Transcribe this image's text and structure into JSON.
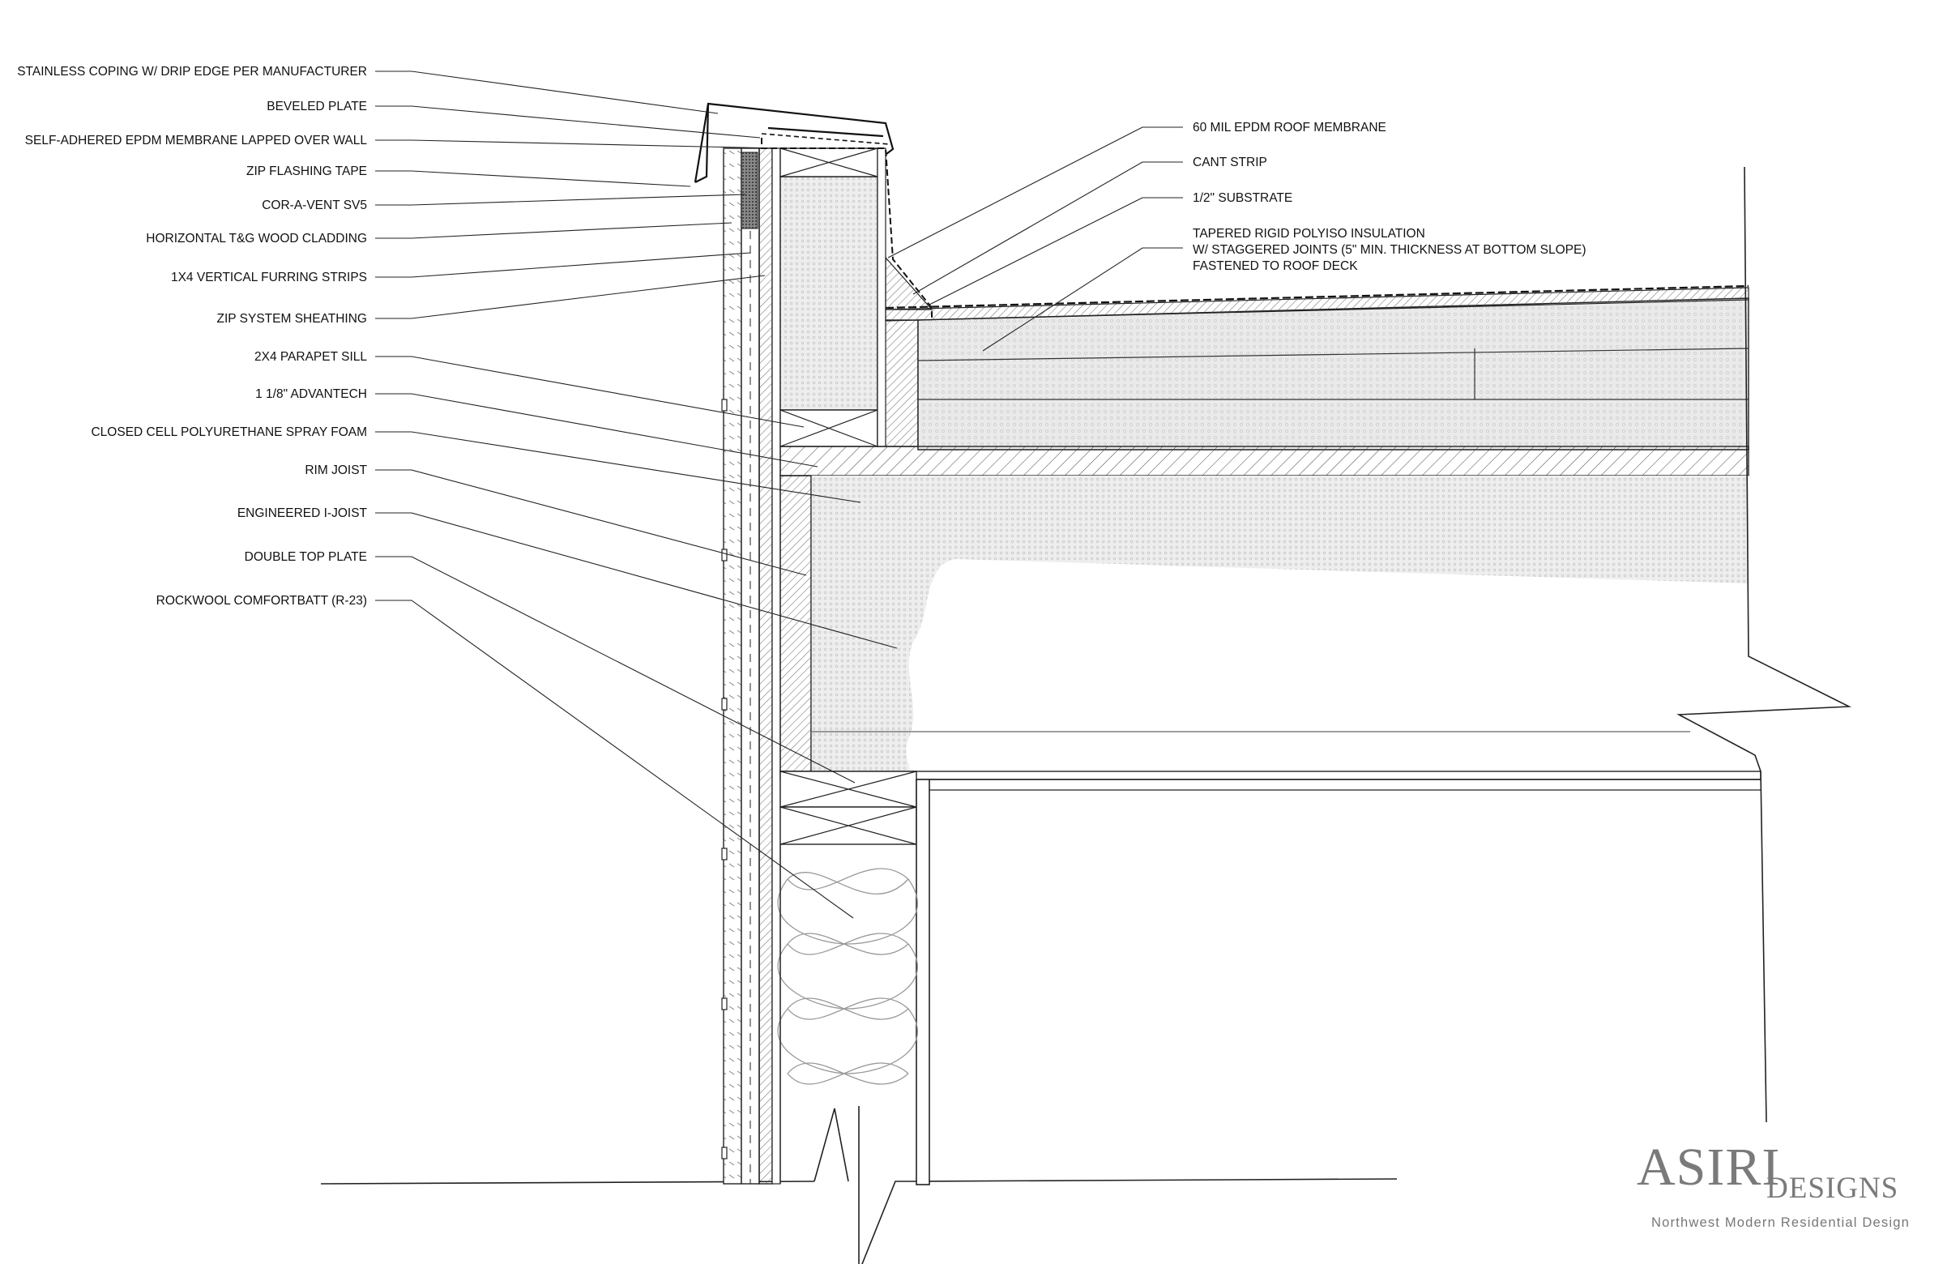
{
  "left_labels": [
    "STAINLESS COPING W/ DRIP EDGE PER MANUFACTURER",
    "BEVELED PLATE",
    "SELF-ADHERED EPDM MEMBRANE LAPPED OVER WALL",
    "ZIP FLASHING TAPE",
    "COR-A-VENT SV5",
    "HORIZONTAL T&G WOOD CLADDING",
    "1X4 VERTICAL FURRING STRIPS",
    "ZIP SYSTEM SHEATHING",
    "2X4 PARAPET SILL",
    "1 1/8\" ADVANTECH",
    "CLOSED CELL POLYURETHANE SPRAY FOAM",
    "RIM JOIST",
    "ENGINEERED I-JOIST",
    "DOUBLE TOP PLATE",
    "ROCKWOOL COMFORTBATT (R-23)"
  ],
  "right_labels": {
    "membrane": "60 MIL EPDM ROOF MEMBRANE",
    "cant": "CANT STRIP",
    "substrate": "1/2\" SUBSTRATE",
    "insulation_line1": "TAPERED RIGID POLYISO INSULATION",
    "insulation_line2": "W/ STAGGERED JOINTS (5\" MIN. THICKNESS AT BOTTOM SLOPE)",
    "insulation_line3": "FASTENED TO ROOF DECK"
  },
  "brand": {
    "name": "ASIRI",
    "suffix": "DESIGNS",
    "tagline": "Northwest  Modern  Residential  Design"
  },
  "colors": {
    "line": "#1a1a1a",
    "foam": "#e9e9e9",
    "brand": "#7a7a7a"
  }
}
